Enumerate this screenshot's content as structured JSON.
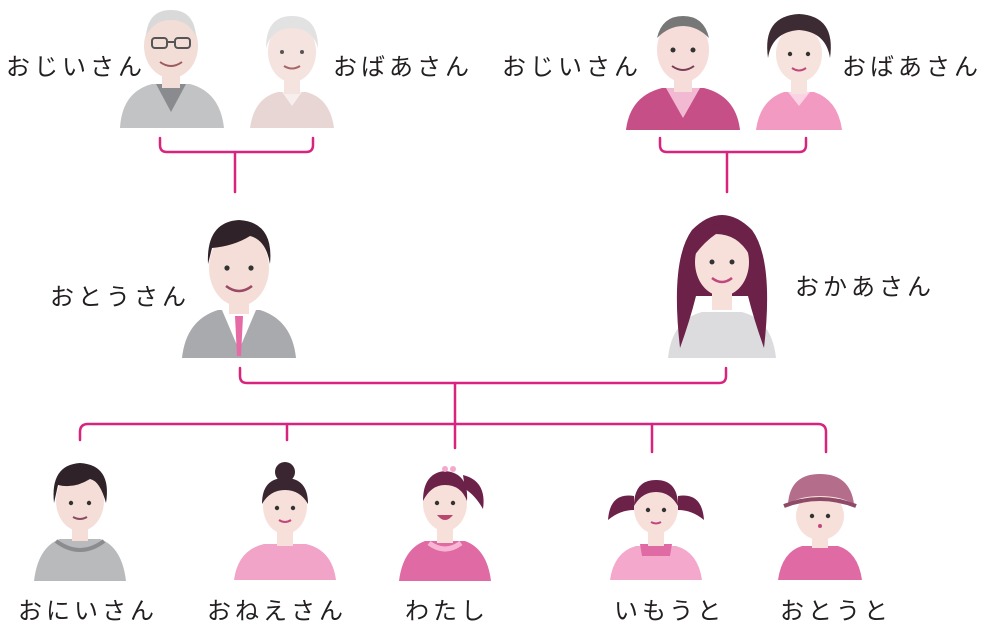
{
  "colors": {
    "connector": "#d8247f",
    "skin": "#f7e4df",
    "gray_cloth": "#b9babc",
    "gray_dark": "#6f6f72",
    "pink_cloth": "#e06aa4",
    "pink_light": "#f4a9cc",
    "hair_dark": "#3a2630",
    "hair_magenta": "#6b2148"
  },
  "people": {
    "paternal_grandfather": {
      "label": "おじいさん",
      "icon": "elderly-man-portrait"
    },
    "paternal_grandmother": {
      "label": "おばあさん",
      "icon": "elderly-woman-portrait"
    },
    "maternal_grandfather": {
      "label": "おじいさん",
      "icon": "elderly-man-portrait"
    },
    "maternal_grandmother": {
      "label": "おばあさん",
      "icon": "elderly-woman-portrait"
    },
    "father": {
      "label": "おとうさん",
      "icon": "man-in-suit-portrait"
    },
    "mother": {
      "label": "おかあさん",
      "icon": "woman-long-hair-portrait"
    },
    "elder_brother": {
      "label": "おにいさん",
      "icon": "teen-boy-hoodie-portrait"
    },
    "elder_sister": {
      "label": "おねえさん",
      "icon": "girl-hair-bun-portrait"
    },
    "self": {
      "label": "わたし",
      "icon": "girl-ponytail-portrait"
    },
    "younger_sister": {
      "label": "いもうと",
      "icon": "girl-pigtails-portrait"
    },
    "younger_brother": {
      "label": "おとうと",
      "icon": "toddler-cap-portrait"
    }
  }
}
